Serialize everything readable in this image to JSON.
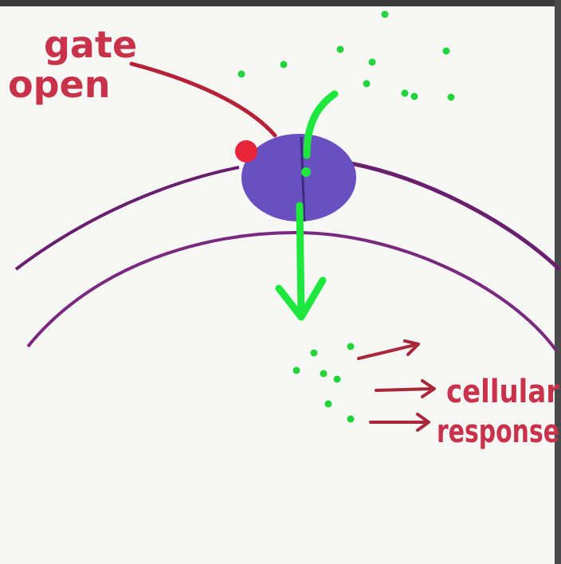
{
  "labels": {
    "gate_line1": "gate",
    "gate_line2": "open",
    "response_line1": "cellular",
    "response_line2": "response"
  },
  "colors": {
    "board": "#f7f7f5",
    "membrane": "#6a1f6e",
    "channel": "#6a4fc0",
    "ligand": "#e8253a",
    "ion": "#22d43a",
    "arrow": "#1ee83e",
    "ink_red": "#c8324a",
    "response_arrow": "#a8283a"
  }
}
